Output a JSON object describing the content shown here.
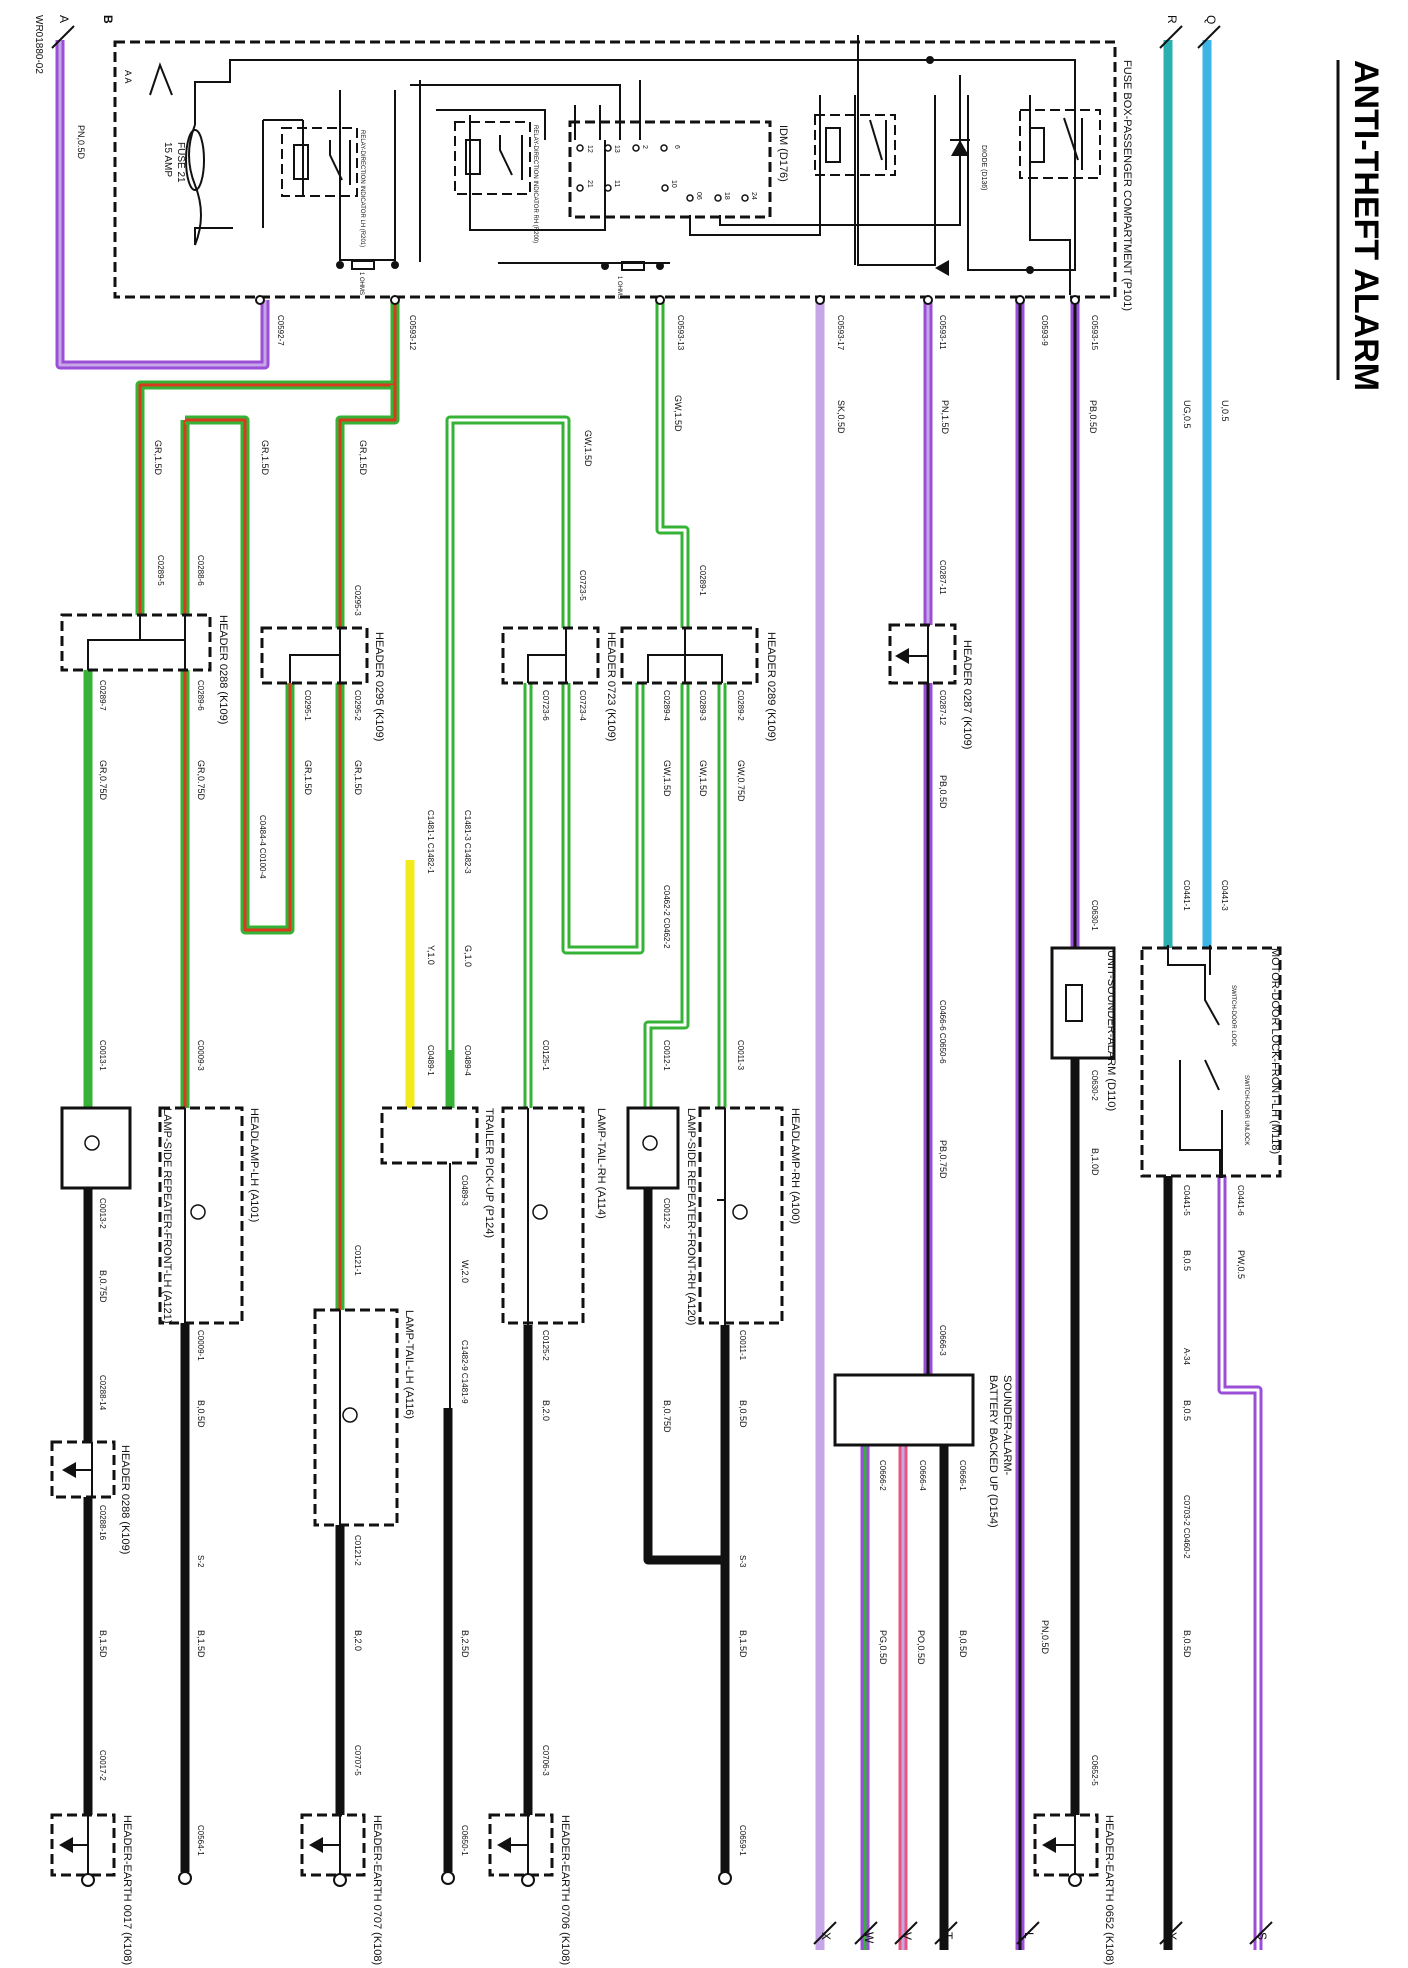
{
  "title": "ANTI-THEFT ALARM",
  "ref": "WR01880-02",
  "colors": {
    "U": "#3cb4e6",
    "UG": "#2ab0b0",
    "P": "#9b4fd6",
    "K": "#c7a6e8",
    "B": "#111111",
    "G": "#36b336",
    "R": "#d93a1e",
    "Y": "#f2ea1d",
    "O": "#e8557f",
    "W": "#ffffff"
  },
  "edges": {
    "top": [
      "A",
      "B",
      "Q",
      "R"
    ],
    "bottom": [
      "X",
      "W",
      "V",
      "T",
      "L",
      "Y",
      "S"
    ]
  },
  "components": {
    "fusebox": "FUSE BOX-PASSENGER COMPARTMENT (P101)",
    "fuse_name": "FUSE 21",
    "fuse_rating": "15 AMP",
    "fuse_aa": "A A",
    "idm": "IDM (D176)",
    "idm_pins_a": [
      "12",
      "13",
      "2",
      "6"
    ],
    "idm_pins_b": [
      "21",
      "11",
      "10",
      "06",
      "18",
      "24"
    ],
    "relay_lh": "RELAY-DIRECTION INDICATOR LH (R201)",
    "relay_rh": "RELAY-DIRECTION INDICATOR RH (R200)",
    "diode": "DIODE (D136)",
    "ohms": "1 OHMS",
    "motor_door": "MOTOR-DOOR LOCK-FRONT-LH (M118)",
    "motor_switch_lock": "SWITCH-DOOR LOCK",
    "motor_switch_unlock": "SWITCH-DOOR UNLOCK",
    "unit_sounder": "UNIT-SOUNDER-ALARM (D110)",
    "sounder_batt_1": "SOUNDER-ALARM-",
    "sounder_batt_2": "BATTERY BACKED UP (D154)",
    "header_0287": "HEADER 0287 (K109)",
    "header_0289": "HEADER 0289 (K109)",
    "header_0295": "HEADER 0295 (K109)",
    "header_0723": "HEADER 0723 (K109)",
    "header_0288a": "HEADER 0288 (K109)",
    "header_0288b": "HEADER 0288 (K109)",
    "headlamp_rh": "HEADLAMP-RH (A100)",
    "side_rep_rh": "LAMP-SIDE REPEATER-FRONT-RH (A120)",
    "tail_rh": "LAMP-TAIL-RH (A114)",
    "trailer": "TRAILER PICK-UP (P124)",
    "tail_lh": "LAMP-TAIL-LH (A116)",
    "headlamp_lh": "HEADLAMP-LH (A101)",
    "side_rep_lh": "LAMP-SIDE REPEATER-FRONT-LH (A121)",
    "earth_0652": "HEADER-EARTH 0652 (K108)",
    "earth_0706": "HEADER-EARTH 0706 (K108)",
    "earth_0707": "HEADER-EARTH 0707 (K108)",
    "earth_0017": "HEADER-EARTH 0017 (K108)"
  },
  "wires": {
    "q": "U,0.5",
    "r": "UG,0.5",
    "pb1": "PB,0.5D",
    "pn": "PN,0.5D",
    "sk": "SK,0.5D",
    "gw1": "GW,1.5D",
    "gr1": "GR,1.5D",
    "gr2": "GR,1.5D",
    "gr3": "GR,1.5D",
    "pn2": "PN,1.5D",
    "pb2": "PB,0.5D",
    "pb3": "PB,0.75D",
    "bo1": "B,1.0D",
    "pw": "PW,0.5",
    "b05a": "B,0.5",
    "b05b": "B,0.5",
    "b05c": "B,0.5D",
    "pn3": "PN,0.5D",
    "bo2": "B,0.5D",
    "po": "PO,0.5D",
    "pg": "PG,0.5D",
    "gw2": "GW,0.75D",
    "gw3": "GW,1.5D",
    "gw4": "GW,1.5D",
    "gw5": "GW,1.5D",
    "g10": "G,1.0",
    "y10": "Y,1.0",
    "gr4": "GR,1.5D",
    "gr5": "GR,0.75D",
    "gr6": "GR,0.75D",
    "b075a": "B,0.75D",
    "b05d": "B,0.5D",
    "b15a": "B,1.5D",
    "b20": "B,2.0",
    "b20b": "B,2.0",
    "w20": "W,2.0",
    "b25": "B,2.5D",
    "b05e": "B,0.5D",
    "b075b": "B,0.75D",
    "b15b": "B,1.5D",
    "b15c": "B,1.5D"
  },
  "connectors": {
    "c0441_3": "C0441-3",
    "c0441_1": "C0441-1",
    "c0441_6": "C0441-6",
    "c0441_5": "C0441-5",
    "c0593_15": "C0593-15",
    "c0593_9": "C0593-9",
    "c0593_11": "C0593-11",
    "c0593_17": "C0593-17",
    "c0593_13": "C0593-13",
    "c0593_12": "C0593-12",
    "c0592_7": "C0592-7",
    "c0630_1": "C0630-1",
    "c0630_2": "C0630-2",
    "c0652_5": "C0652-5",
    "a34": "A-34",
    "c0703": "C0703-2 C0460-2",
    "c0287_11": "C0287-11",
    "c0287_12": "C0287-12",
    "c0466": "C0466-6 C0650-6",
    "c0666_3": "C0666-3",
    "c0666_1": "C0666-1",
    "c0666_4": "C0666-4",
    "c0666_2": "C0666-2",
    "c0289_1": "C0289-1",
    "c0289_2": "C0289-2",
    "c0289_3": "C0289-3",
    "c0289_4": "C0289-4",
    "c0723_5": "C0723-5",
    "c0723_4": "C0723-4",
    "c0723_6": "C0723-6",
    "c0295_3": "C0295-3",
    "c0295_2": "C0295-2",
    "c0295_1": "C0295-1",
    "c0289_5": "C0289-5",
    "c0289_6": "C0289-6",
    "c0289_7": "C0289-7",
    "c0288_6": "C0288-6",
    "c0462": "C0462-2 C0462-2",
    "c1481_3": "C1481-3 C1482-3",
    "c1481_1": "C1481-1 C1482-1",
    "c0484": "C0484-4 C0100-4",
    "c0011_3": "C0011-3",
    "c0011_1": "C0011-1",
    "c0012_1": "C0012-1",
    "c0012_2": "C0012-2",
    "c0125_1": "C0125-1",
    "c0125_2": "C0125-2",
    "c0489_4": "C0489-4",
    "c0489_1": "C0489-1",
    "c0489_3": "C0489-3",
    "c1482": "C1482-9 C1481-9",
    "c0121_1": "C0121-1",
    "c0121_2": "C0121-2",
    "c0013_1": "C0013-1",
    "c0013_2": "C0013-2",
    "c0009_3": "C0009-3",
    "c0009_1": "C0009-1",
    "c0288_14": "C0288-14",
    "c0288_16": "C0288-16",
    "c0706_3": "C0706-3",
    "c0707_5": "C0707-5",
    "c0017_2": "C0017-2",
    "c0659_1": "C0659-1",
    "c0650_1": "C0650-1",
    "c0564_1": "C0564-1",
    "s3": "S-3",
    "s2": "S-2"
  }
}
